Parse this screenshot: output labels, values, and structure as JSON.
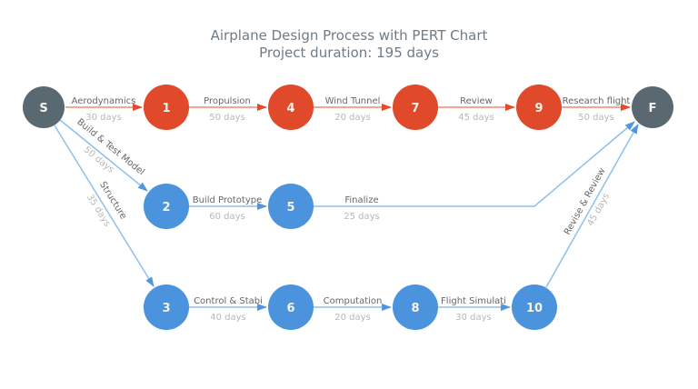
{
  "title": {
    "line1": "Airplane Design Process with PERT Chart",
    "line2": "Project duration: 195 days"
  },
  "colors": {
    "background": "#ffffff",
    "title_text": "#6f7c88",
    "node_terminal": "#5a6872",
    "node_critical": "#e0492a",
    "node_regular": "#4b93dc",
    "node_label": "#f7f3ea",
    "edge_critical": "#ee8877",
    "edge_regular": "#8cc0ee",
    "arrow_critical": "#e14b2b",
    "arrow_regular": "#4e96dd",
    "task_label": "#666666",
    "duration_label": "#b8b8b8"
  },
  "nodes": [
    {
      "id": "S",
      "label": "S",
      "type": "terminal"
    },
    {
      "id": "1",
      "label": "1",
      "type": "critical"
    },
    {
      "id": "4",
      "label": "4",
      "type": "critical"
    },
    {
      "id": "7",
      "label": "7",
      "type": "critical"
    },
    {
      "id": "9",
      "label": "9",
      "type": "critical"
    },
    {
      "id": "F",
      "label": "F",
      "type": "terminal"
    },
    {
      "id": "2",
      "label": "2",
      "type": "regular"
    },
    {
      "id": "5",
      "label": "5",
      "type": "regular"
    },
    {
      "id": "3",
      "label": "3",
      "type": "regular"
    },
    {
      "id": "6",
      "label": "6",
      "type": "regular"
    },
    {
      "id": "8",
      "label": "8",
      "type": "regular"
    },
    {
      "id": "10",
      "label": "10",
      "type": "regular"
    }
  ],
  "edges": [
    {
      "from": "S",
      "to": "1",
      "name": "Aerodynamics",
      "duration": "30 days",
      "critical": true
    },
    {
      "from": "1",
      "to": "4",
      "name": "Propulsion",
      "duration": "50 days",
      "critical": true
    },
    {
      "from": "4",
      "to": "7",
      "name": "Wind Tunnel",
      "duration": "20 days",
      "critical": true
    },
    {
      "from": "7",
      "to": "9",
      "name": "Review",
      "duration": "45 days",
      "critical": true
    },
    {
      "from": "9",
      "to": "F",
      "name": "Research flight",
      "duration": "50 days",
      "critical": true
    },
    {
      "from": "S",
      "to": "2",
      "name": "Build & Test Model",
      "duration": "50 days",
      "critical": false
    },
    {
      "from": "S",
      "to": "3",
      "name": "Structure",
      "duration": "35 days",
      "critical": false
    },
    {
      "from": "2",
      "to": "5",
      "name": "Build Prototype",
      "duration": "60 days",
      "critical": false
    },
    {
      "from": "5",
      "to": "F",
      "name": "Finalize",
      "duration": "25 days",
      "critical": false
    },
    {
      "from": "3",
      "to": "6",
      "name": "Control & Stabi",
      "duration": "40 days",
      "critical": false
    },
    {
      "from": "6",
      "to": "8",
      "name": "Computation",
      "duration": "20 days",
      "critical": false
    },
    {
      "from": "8",
      "to": "10",
      "name": "Flight Simulati",
      "duration": "30 days",
      "critical": false
    },
    {
      "from": "10",
      "to": "F",
      "name": "Revise & Review",
      "duration": "45 days",
      "critical": false
    }
  ]
}
